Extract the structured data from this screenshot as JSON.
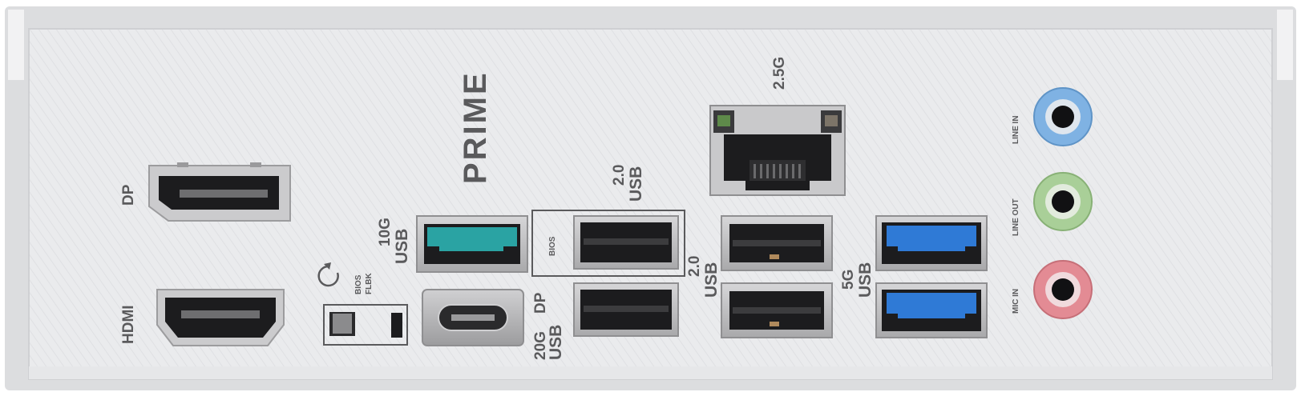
{
  "brand": "PRIME",
  "labels": {
    "lan_speed": "2.5G",
    "dp": "DP",
    "hdmi": "HDMI",
    "usb_10g_speed": "10G",
    "usb_10g_type": "USB",
    "bios_flbk_line1": "BIOS",
    "bios_flbk_line2": "FLBK",
    "usb20_top_speed": "2.0",
    "usb20_top_type": "USB",
    "bios_box": "BIOS",
    "usbc_speed": "20G",
    "usbc_dp": "DP",
    "usbc_type": "USB",
    "usb20_mid_speed": "2.0",
    "usb20_mid_type": "USB",
    "usb5g_speed": "5G",
    "usb5g_type": "USB",
    "line_in": "LINE IN",
    "line_out": "LINE OUT",
    "mic_in": "MIC IN"
  },
  "colors": {
    "plate": "#e9eaec",
    "frame": "#d7d8da",
    "port_shell": "#c9c9cb",
    "port_cavity": "#1c1c1e",
    "usb10g_tongue": "#2aa3a3",
    "usb5g_tongue": "#2f7ad6",
    "jack_line_in": "#7fb2e3",
    "jack_line_out": "#a9cf98",
    "jack_mic_in": "#e38b94",
    "text": "#5a5a5c"
  },
  "icons": [
    "refresh-icon"
  ]
}
